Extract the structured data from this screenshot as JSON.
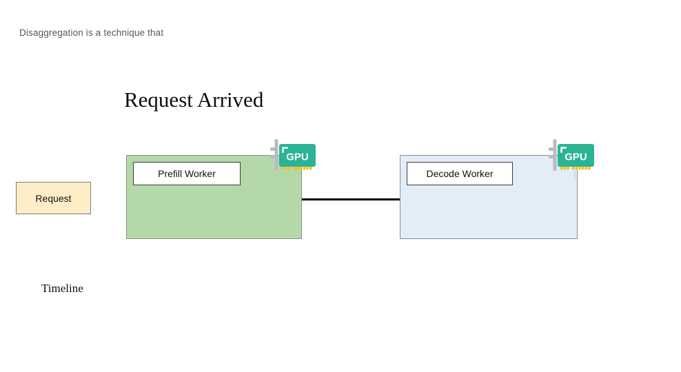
{
  "caption": {
    "text": "Disaggregation is a technique that"
  },
  "scene": {
    "title": "Request Arrived",
    "timeline_label": "Timeline"
  },
  "request": {
    "label": "Request",
    "fill_color": "#fdeec8",
    "border_color": "#7a7a7a"
  },
  "workers": [
    {
      "id": "prefill",
      "label": "Prefill Worker",
      "fill_color": "#b5d8a8",
      "border_color": "#8a8d90",
      "accelerator": {
        "label": "GPU",
        "body_color": "#2ab395",
        "bracket_color": "#b9bcbf",
        "pin_color": "#f3c01c"
      }
    },
    {
      "id": "decode",
      "label": "Decode Worker",
      "fill_color": "#e3edf7",
      "border_color": "#8a8d90",
      "accelerator": {
        "label": "GPU",
        "body_color": "#2ab395",
        "bracket_color": "#b9bcbf",
        "pin_color": "#f3c01c"
      }
    }
  ],
  "connector": {
    "color": "#000000"
  }
}
